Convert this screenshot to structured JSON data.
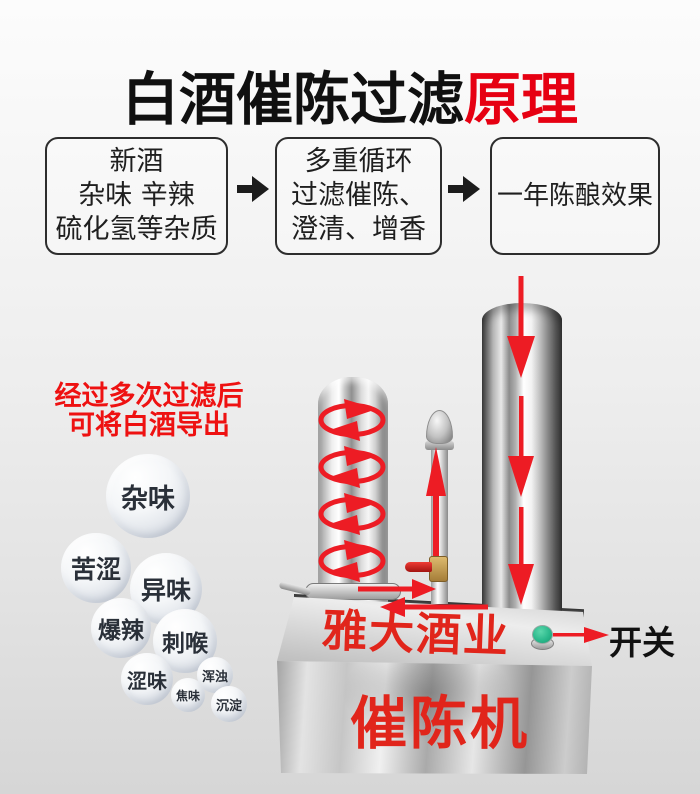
{
  "title": {
    "main": "白酒催陈过滤",
    "highlight": "原理"
  },
  "flow_boxes": [
    {
      "lines": [
        "新酒",
        "杂味 辛辣",
        "硫化氢等杂质"
      ]
    },
    {
      "lines": [
        "多重循环",
        "过滤催陈、",
        "澄清、增香"
      ]
    },
    {
      "lines": [
        "一年陈酿效果"
      ]
    }
  ],
  "side_note": {
    "lines": [
      "经过多次过滤后",
      "可将白酒导出"
    ]
  },
  "bubbles": [
    {
      "label": "杂味"
    },
    {
      "label": "苦涩"
    },
    {
      "label": "异味"
    },
    {
      "label": "爆辣"
    },
    {
      "label": "刺喉"
    },
    {
      "label": "涩味"
    },
    {
      "label": "浑浊"
    },
    {
      "label": "焦味"
    },
    {
      "label": "沉淀"
    }
  ],
  "machine": {
    "brand": "雅大酒业",
    "product_name": "催陈机",
    "switch_label": "开关"
  },
  "icons": {
    "flow_arrow": "black-right-arrow",
    "circulation_loop": "red-ellipse-loop-arrow",
    "inflow": "red-down-dashed-arrow",
    "outflow": "red-up-arrow",
    "switch_pointer": "red-right-arrow"
  },
  "colors": {
    "accent_red": "#e60012",
    "side_note_red": "#ee1111",
    "machine_text_red": "#e1251b",
    "arrow_red": "#ed1c24",
    "switch_green": "#2bb98c",
    "text_black": "#111111"
  }
}
